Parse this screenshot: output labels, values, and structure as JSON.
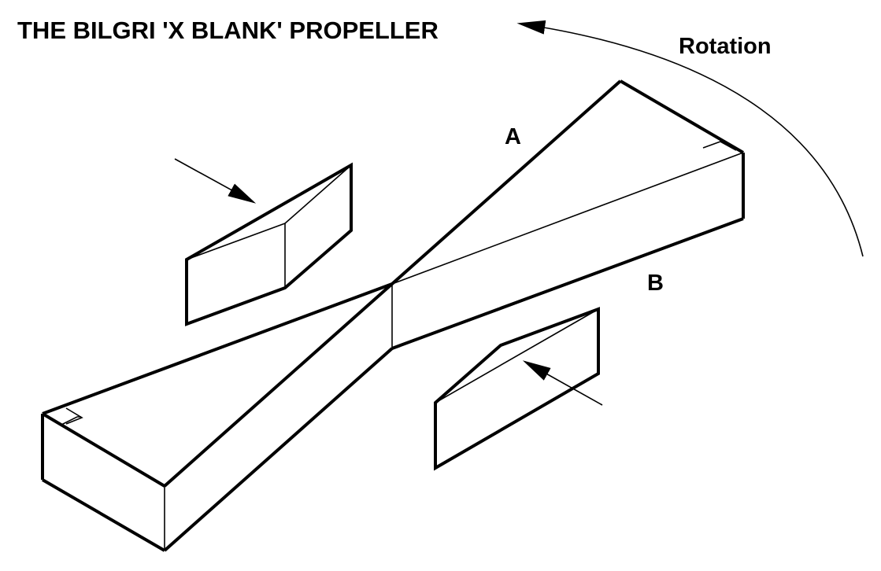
{
  "title": "THE BILGRI 'X BLANK' PROPELLER",
  "labels": {
    "rotation": "Rotation",
    "edge_a": "A",
    "edge_b": "B"
  },
  "colors": {
    "line": "#000000",
    "background": "#ffffff"
  }
}
